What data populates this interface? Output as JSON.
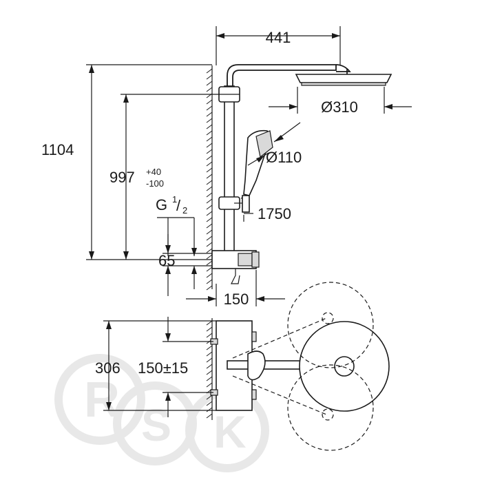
{
  "dimensions": {
    "top_width": "441",
    "total_height": "1104",
    "outlet_height": "997",
    "outlet_tol_plus": "+40",
    "outlet_tol_minus": "-100",
    "connection_label": "G",
    "connection_num": "1",
    "connection_den": "2",
    "inlet_spacing": "65",
    "projection": "150",
    "head_diameter": "Ø310",
    "hand_diameter": "Ø110",
    "hose_length": "1750",
    "plan_depth": "306",
    "plan_centers": "150±15"
  },
  "watermark": {
    "letters": [
      "R",
      "S",
      "K"
    ],
    "color": "#e8e8e8"
  }
}
